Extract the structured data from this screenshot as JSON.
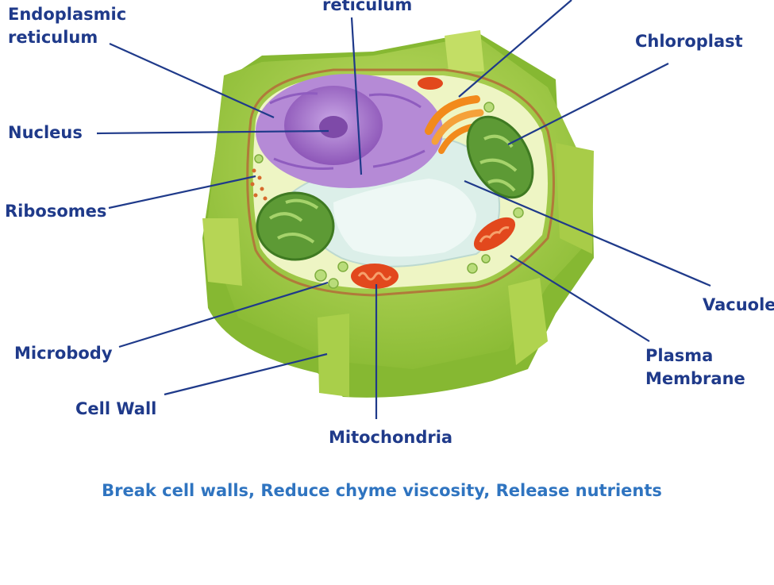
{
  "labels": {
    "smooth_er": "Endoplasmic\nreticulum",
    "rough_er": "reticulum",
    "golgi": "",
    "chloroplast": "Chloroplast",
    "nucleus": "Nucleus",
    "ribosomes": "Ribosomes",
    "vacuole": "Vacuole",
    "microbody": "Microbody",
    "plasma_membrane": "Plasma\nMembrane",
    "cell_wall": "Cell Wall",
    "mitochondria": "Mitochondria"
  },
  "caption": "Break cell walls, Reduce chyme viscosity, Release nutrients",
  "colors": {
    "label_text": "#1f3a8a",
    "leader_line": "#1f3a8a",
    "caption_text": "#2f74c0",
    "cell_wall": "#9bc53d",
    "cytoplasm": "#eef5c4",
    "nucleus": "#a36fc8",
    "vacuole": "#dcefe9",
    "chloroplast": "#5d9a35",
    "mitochondria": "#e2481d",
    "golgi": "#f28a1b"
  }
}
